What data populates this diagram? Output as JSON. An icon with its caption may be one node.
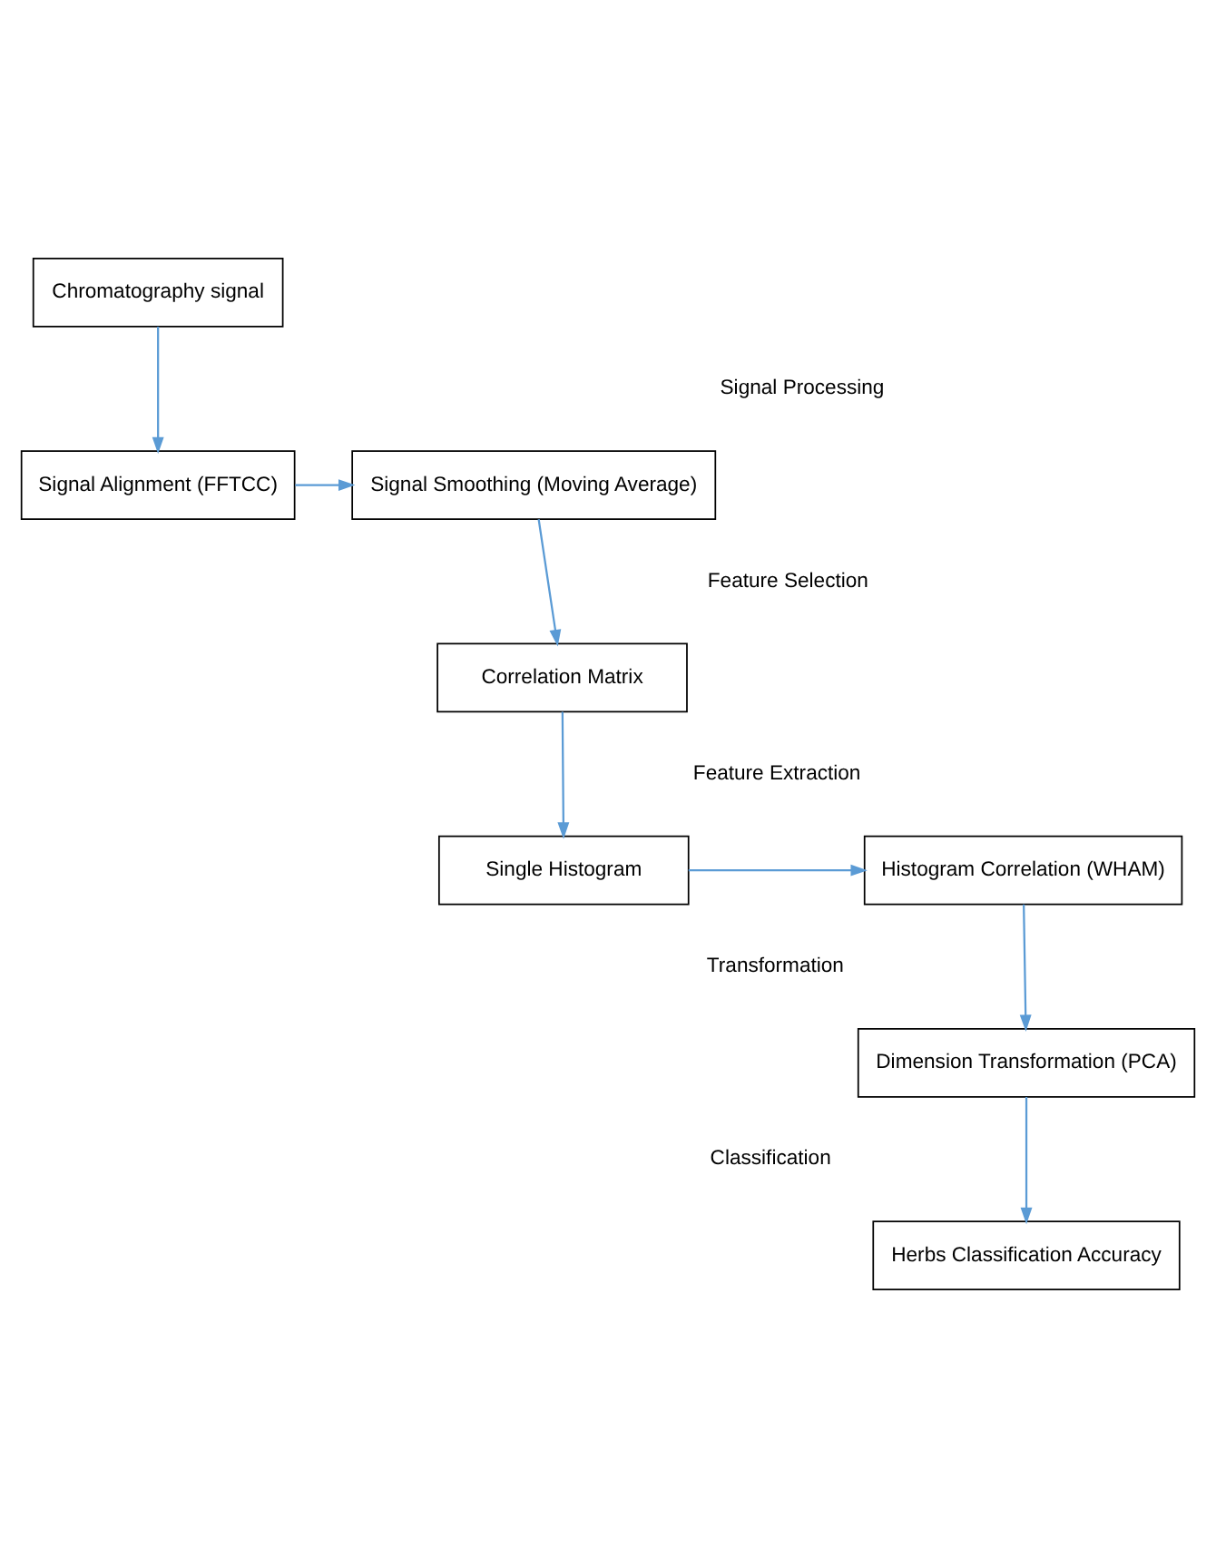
{
  "diagram": {
    "nodes": [
      {
        "text": [
          "Chromatography signal"
        ]
      },
      {
        "text": [
          "Signal Alignment (FFTCC)"
        ]
      },
      {
        "text": [
          "Signal Smoothing (Moving Average)"
        ]
      },
      {
        "text": [
          "Correlation Matrix"
        ]
      },
      {
        "text": [
          "Single Histogram"
        ]
      },
      {
        "text": [
          "Histogram Correlation (WHAM)"
        ]
      },
      {
        "text": [
          "Dimension Transformation (PCA)"
        ]
      },
      {
        "text": [
          "Herbs Classification Accuracy"
        ]
      }
    ],
    "edges": [
      {
        "from": 0,
        "to": 1,
        "arrow": "to"
      },
      {
        "from": 1,
        "to": 2,
        "arrow": "to"
      },
      {
        "from": 2,
        "to": 3,
        "arrow": "to"
      },
      {
        "from": 3,
        "to": 4,
        "arrow": "to"
      },
      {
        "from": 4,
        "to": 5,
        "arrow": "to"
      },
      {
        "from": 5,
        "to": 6,
        "arrow": "to"
      },
      {
        "from": 6,
        "to": 7,
        "arrow": "to"
      }
    ],
    "labels": [
      "Signal Processing",
      "Feature Selection",
      "Feature Extraction",
      "Transformation",
      "Classification"
    ]
  }
}
